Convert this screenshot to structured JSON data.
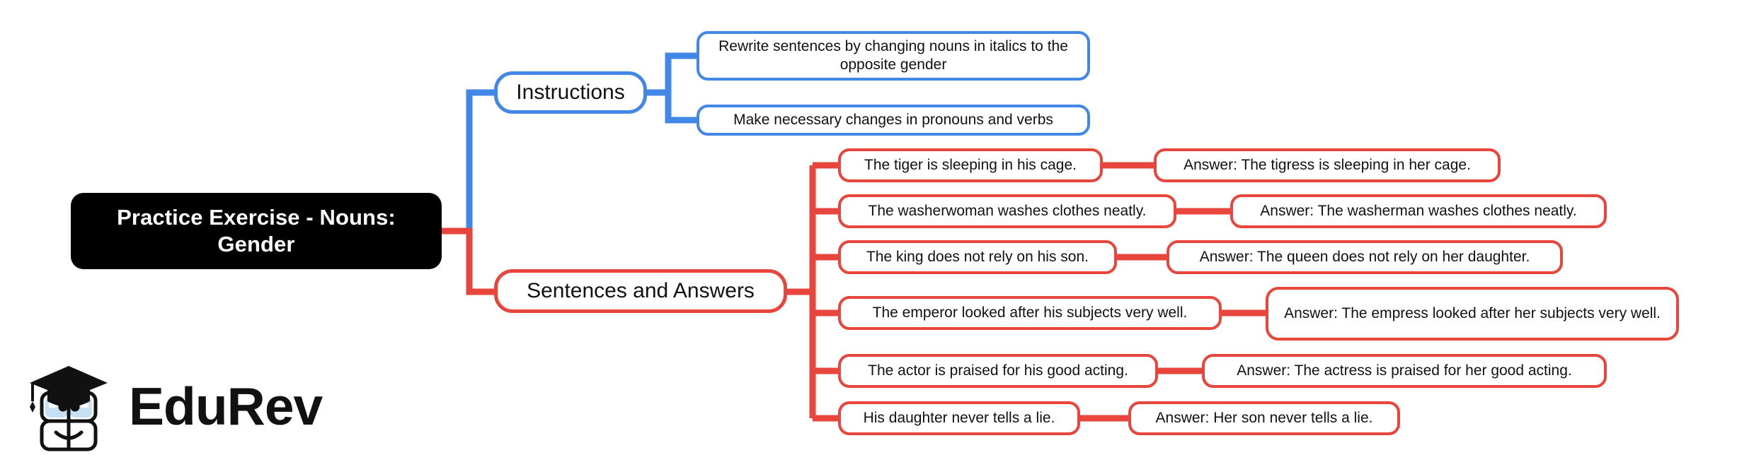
{
  "root": {
    "label": "Practice Exercise - Nouns: Gender"
  },
  "branches": [
    {
      "id": "instructions",
      "label": "Instructions",
      "color": "#4287e8",
      "children": [
        {
          "label": "Rewrite sentences by changing nouns in italics to the opposite gender"
        },
        {
          "label": "Make necessary changes in pronouns and verbs"
        }
      ]
    },
    {
      "id": "sentences-and-answers",
      "label": "Sentences and Answers",
      "color": "#e8463c",
      "children": [
        {
          "label": "The tiger is sleeping in his cage."
        },
        {
          "label": "The washerwoman washes clothes neatly."
        },
        {
          "label": "The king does not rely on his son."
        },
        {
          "label": "The emperor looked after his subjects very well."
        },
        {
          "label": "The actor is praised for his good acting."
        },
        {
          "label": "His daughter never tells a lie."
        }
      ],
      "answers": [
        {
          "label": "Answer: The tigress is sleeping in her cage."
        },
        {
          "label": "Answer: The washerman washes clothes neatly."
        },
        {
          "label": "Answer: The queen does not rely on her daughter."
        },
        {
          "label": "Answer: The empress looked after her subjects very well."
        },
        {
          "label": "Answer: The actress is praised for her good acting."
        },
        {
          "label": "Answer: Her son never tells a lie."
        }
      ]
    }
  ],
  "logo": {
    "wordmark": "EduRev",
    "icon": "graduation-cap-book-mascot"
  },
  "colors": {
    "blue": "#4287e8",
    "red": "#e8463c",
    "root_bg": "#000000",
    "root_text": "#ffffff",
    "text": "#111111",
    "canvas_bg": "#ffffff"
  }
}
